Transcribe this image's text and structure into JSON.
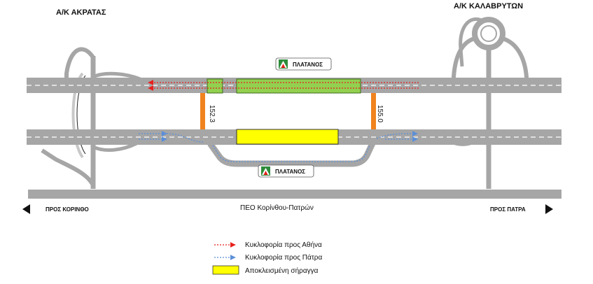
{
  "interchanges": {
    "left": "Α/Κ ΑΚΡΑΤΑΣ",
    "right": "Α/Κ ΚΑΛΑΒΡΥΤΩΝ"
  },
  "tunnel_signs": {
    "top": "ΠΛΑΤΑΝΟΣ",
    "bottom": "ΠΛΑΤΑΝΟΣ"
  },
  "chainage": {
    "left": "152.3",
    "right": "155.0"
  },
  "directions": {
    "left": "ΠΡΟΣ ΚΟΡΙΝΘΟ",
    "center": "ΠΕΟ Κορίνθου-Πατρών",
    "right": "ΠΡΟΣ ΠΑΤΡΑ"
  },
  "legend": {
    "athens_traffic": "Κυκλοφορία προς Αθήνα",
    "patra_traffic": "Κυκλοφορία προς Πάτρα",
    "closed_tunnel": "Αποκλεισμένη σήραγγα"
  },
  "colors": {
    "road": "#a6a6a6",
    "lane_marking": "#ffffff",
    "athens_traffic": "#e8201c",
    "patra_traffic": "#5b8fd8",
    "closed_tunnel": "#ffff00",
    "active_tunnel": "#92d050",
    "crossover": "#f0831e"
  }
}
